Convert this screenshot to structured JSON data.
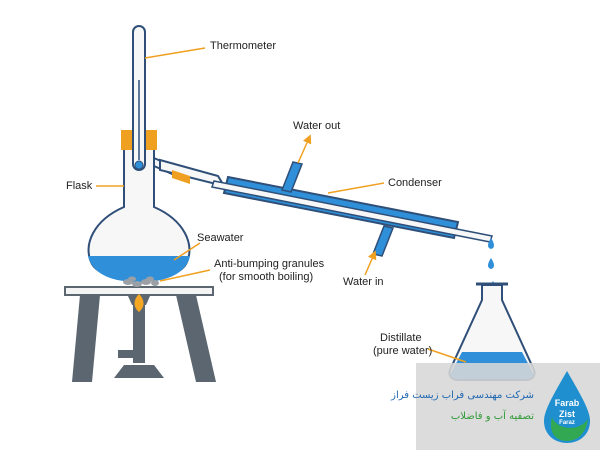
{
  "labels": {
    "thermometer": "Thermometer",
    "water_out": "Water out",
    "flask": "Flask",
    "condenser": "Condenser",
    "seawater": "Seawater",
    "granules_line1": "Anti-bumping granules",
    "granules_line2": "(for smooth boiling)",
    "water_in": "Water in",
    "distillate_line1": "Distillate",
    "distillate_line2": "(pure water)"
  },
  "watermark": {
    "line1": "شرکت مهندسی فراب زیست فراز",
    "line2": "تصفیه آب و فاضلاب",
    "brand1": "Farab",
    "brand2": "Zist",
    "brand3": "Faraz"
  },
  "colors": {
    "outline": "#2f4f78",
    "water": "#2f8fd8",
    "stopper": "#f0a020",
    "arrow": "#f0a020",
    "stand": "#5b6670",
    "flame": "#f5a623",
    "granules": "#9aa0a6"
  },
  "icons": {
    "arrows": "leader-arrow",
    "drops": "water-drop"
  }
}
